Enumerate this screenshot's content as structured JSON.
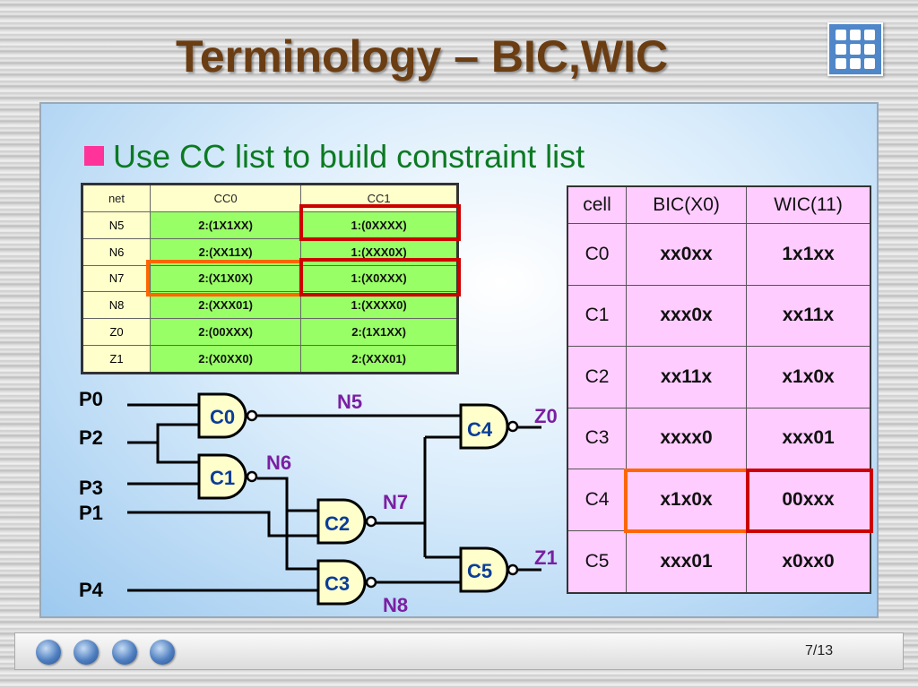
{
  "slide": {
    "title": "Terminology – BIC,WIC",
    "bullet": "Use CC list to build constraint list",
    "page": "7/13"
  },
  "cc_table": {
    "headers": [
      "net",
      "CC0",
      "CC1"
    ],
    "rows": [
      [
        "N5",
        "2:(1X1XX)",
        "1:(0XXXX)"
      ],
      [
        "N6",
        "2:(XX11X)",
        "1:(XXX0X)"
      ],
      [
        "N7",
        "2:(X1X0X)",
        "1:(X0XXX)"
      ],
      [
        "N8",
        "2:(XXX01)",
        "1:(XXXX0)"
      ],
      [
        "Z0",
        "2:(00XXX)",
        "2:(1X1XX)"
      ],
      [
        "Z1",
        "2:(X0XX0)",
        "2:(XXX01)"
      ]
    ]
  },
  "cell_table": {
    "headers": [
      "cell",
      "BIC(X0)",
      "WIC(11)"
    ],
    "rows": [
      [
        "C0",
        "xx0xx",
        "1x1xx"
      ],
      [
        "C1",
        "xxx0x",
        "xx11x"
      ],
      [
        "C2",
        "xx11x",
        "x1x0x"
      ],
      [
        "C3",
        "xxxx0",
        "xxx01"
      ],
      [
        "C4",
        "x1x0x",
        "00xxx"
      ],
      [
        "C5",
        "xxx01",
        "x0xx0"
      ]
    ]
  },
  "circuit": {
    "inputs": [
      "P0",
      "P2",
      "P3",
      "P1",
      "P4"
    ],
    "gates": [
      "C0",
      "C1",
      "C2",
      "C3",
      "C4",
      "C5"
    ],
    "nets": [
      "N5",
      "N6",
      "N7",
      "N8"
    ],
    "outputs": [
      "Z0",
      "Z1"
    ]
  },
  "colors": {
    "title": "#6b3d12",
    "bullet_text": "#0b7a22",
    "bullet_marker": "#ff3399",
    "cc_value_cell": "#99ff66",
    "cc_table_bg": "#ffffcc",
    "cell_table_bg": "#ffccff",
    "highlight_red": "#cc0000",
    "highlight_orange": "#ff6600",
    "net_label": "#7a1fa2",
    "gate_fill": "#ffffcc"
  }
}
